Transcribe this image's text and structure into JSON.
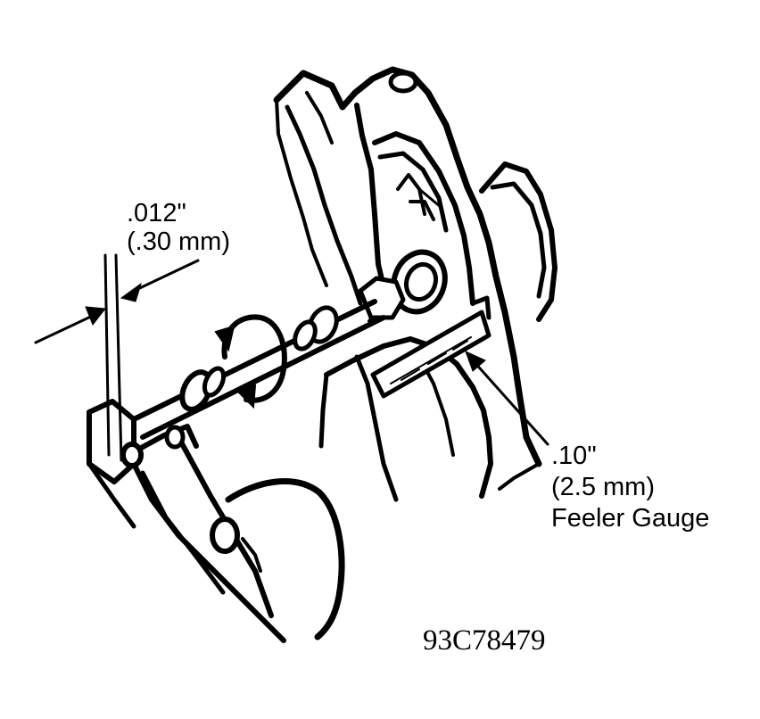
{
  "diagram": {
    "labels": {
      "clearance_in": ".012\"",
      "clearance_mm": "(.30 mm)",
      "gauge_in": ".10\"",
      "gauge_mm": "(2.5 mm)",
      "gauge_name": "Feeler Gauge"
    },
    "figure_code": "93C78479",
    "colors": {
      "ink": "#000000",
      "background": "#ffffff"
    }
  }
}
